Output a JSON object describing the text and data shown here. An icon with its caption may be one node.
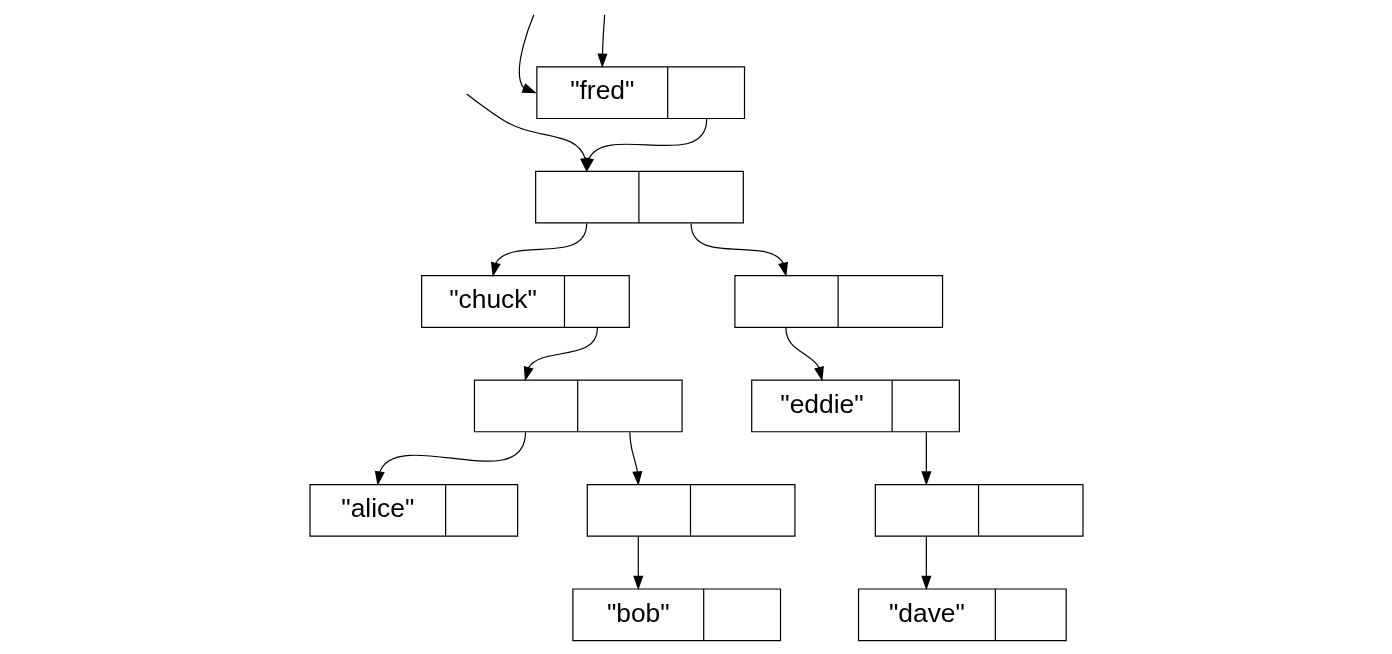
{
  "diagram": {
    "nodes": [
      {
        "text": [
          "\"fred\""
        ]
      },
      {
        "text": [],
        "shape": "box"
      },
      {
        "text": [],
        "shape": "box"
      },
      {
        "text": [
          "\"chuck\""
        ]
      },
      {
        "text": [
          "\"eddie\""
        ]
      },
      {
        "text": [],
        "shape": "box"
      },
      {
        "text": [],
        "shape": "box"
      },
      {
        "text": [],
        "shape": "box"
      },
      {
        "text": [
          "\"alice\""
        ]
      },
      {
        "text": [
          "\"bob\""
        ]
      },
      {
        "text": [
          "\"dave\""
        ]
      }
    ],
    "edges": [
      {
        "from": null,
        "to": 0,
        "arrow": "to"
      },
      {
        "from": null,
        "to": 0,
        "arrow": "to"
      },
      {
        "from": null,
        "to": 1,
        "arrow": "to"
      },
      {
        "from": 0,
        "to": 1,
        "arrow": "to"
      },
      {
        "from": 1,
        "to": 2,
        "arrow": "to"
      },
      {
        "from": 1,
        "to": 3,
        "arrow": "to"
      },
      {
        "from": 2,
        "to": 4,
        "arrow": "to"
      },
      {
        "from": 3,
        "to": 5,
        "arrow": "to"
      },
      {
        "from": 4,
        "to": 7,
        "arrow": "to"
      },
      {
        "from": 5,
        "to": 8,
        "arrow": "to"
      },
      {
        "from": 5,
        "to": 6,
        "arrow": "to"
      },
      {
        "from": 6,
        "to": 9,
        "arrow": "to"
      },
      {
        "from": 7,
        "to": 10,
        "arrow": "to"
      }
    ]
  }
}
